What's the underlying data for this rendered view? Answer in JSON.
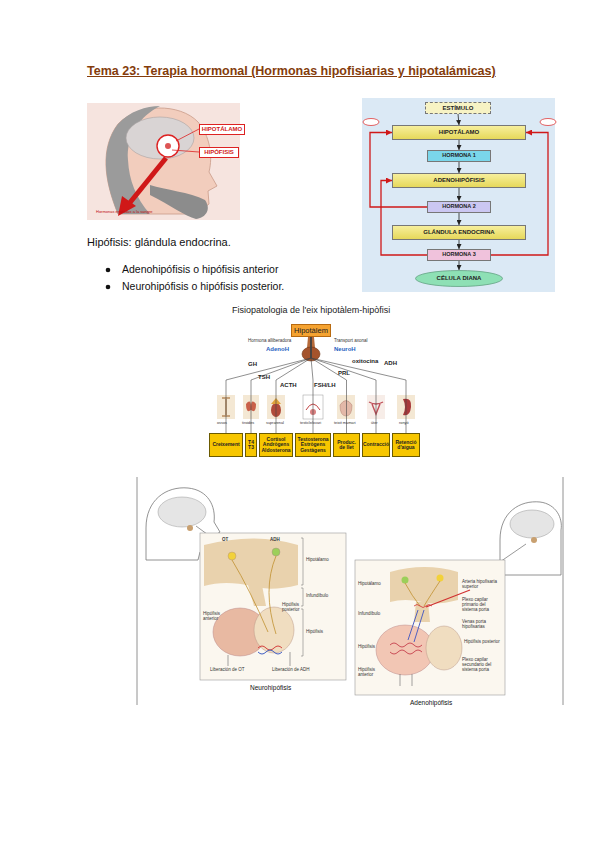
{
  "diagram": {
    "title": "Tema 23: Terapia hormonal (Hormonas hipofisiarias y hipotalámicas)",
    "nodes": [
      {
        "text": [
          "HIPOTÁLAMO"
        ]
      },
      {
        "text": [
          "HIPÓFISIS"
        ]
      },
      {
        "text": [
          "ESTÍMULO"
        ]
      },
      {
        "text": [
          "HIPOTÁLAMO"
        ]
      },
      {
        "text": [
          "HORMONA 1"
        ]
      },
      {
        "text": [
          "ADENOHIPÓFISIS"
        ]
      },
      {
        "text": [
          "HORMONA 2"
        ]
      },
      {
        "text": [
          "GLÁNDULA ENDOCRINA"
        ]
      },
      {
        "text": [
          "HORMONA 3"
        ]
      },
      {
        "text": [
          "CÉLULA DIANA"
        ]
      },
      {
        "text": [
          "Hipotàlem"
        ]
      },
      {
        "text": [
          "Creixement"
        ]
      },
      {
        "text": [
          "T4 T3"
        ]
      },
      {
        "text": [
          "Cortisol Andrògens Aldosterona"
        ]
      },
      {
        "text": [
          "Testosterona Estrògens Gestàgens"
        ]
      },
      {
        "text": [
          "Produc. de llet"
        ]
      },
      {
        "text": [
          "Contracció"
        ]
      },
      {
        "text": [
          "Retenció d'aigua"
        ]
      }
    ],
    "edges": [
      {
        "from": 2,
        "to": 3,
        "arrow": "to"
      },
      {
        "from": 3,
        "to": 4,
        "arrow": "to"
      },
      {
        "from": 4,
        "to": 5,
        "arrow": "to"
      },
      {
        "from": 5,
        "to": 6,
        "arrow": "to"
      },
      {
        "from": 6,
        "to": 7,
        "arrow": "to"
      },
      {
        "from": 7,
        "to": 8,
        "arrow": "to"
      },
      {
        "from": 8,
        "to": 9,
        "arrow": "to"
      },
      {
        "from": 6,
        "to": 3,
        "arrow": "to"
      },
      {
        "from": 8,
        "to": 5,
        "arrow": "to"
      },
      {
        "from": 8,
        "to": 3,
        "arrow": "to"
      },
      {
        "from": 10,
        "to": 11,
        "label": "GH",
        "arrow": "none"
      },
      {
        "from": 10,
        "to": 12,
        "label": "TSH",
        "arrow": "none"
      },
      {
        "from": 10,
        "to": 13,
        "label": "ACTH",
        "arrow": "none"
      },
      {
        "from": 10,
        "to": 14,
        "label": "FSH/LH",
        "arrow": "none"
      },
      {
        "from": 10,
        "to": 15,
        "label": "PRL",
        "arrow": "none"
      },
      {
        "from": 10,
        "to": 16,
        "label": "oxitocina",
        "arrow": "none"
      },
      {
        "from": 10,
        "to": 17,
        "label": "ADH",
        "arrow": "none"
      }
    ],
    "labels": [
      "Hipófisis: glándula endocrina.",
      "Adenohipófisis o hipófisis anterior",
      "Neurohipófisis o hipófisis posterior.",
      "Fisiopatologia de l'eix hipotàlem-hipòfisi",
      "Hormona alliberadora",
      "AdenoH",
      "Transport axonal",
      "NeuroH",
      "ossos",
      "tiroides",
      "suprarenal",
      "testicle/ovari",
      "teixit mamari",
      "úter",
      "ronyó",
      "Hipotálamo",
      "ADH",
      "OT",
      "Infundíbulo",
      "Hipófisis",
      "Hipófisis anterior",
      "Hipófisis posterior",
      "Liberación de OT",
      "Liberación de ADH",
      "Neurohipófisis",
      "Hipotálamo",
      "Arteria hipofisaria superior",
      "Plexo capilar primario del sistema porta",
      "Venas porta hipofisarias",
      "Infundíbulo",
      "Hipófisis",
      "Hipófisis posterior",
      "Hipófisis anterior",
      "Plexo capilar secundario del sistema porta",
      "Adenohipófisis",
      "Hormonas enviadas a la sangre"
    ]
  }
}
